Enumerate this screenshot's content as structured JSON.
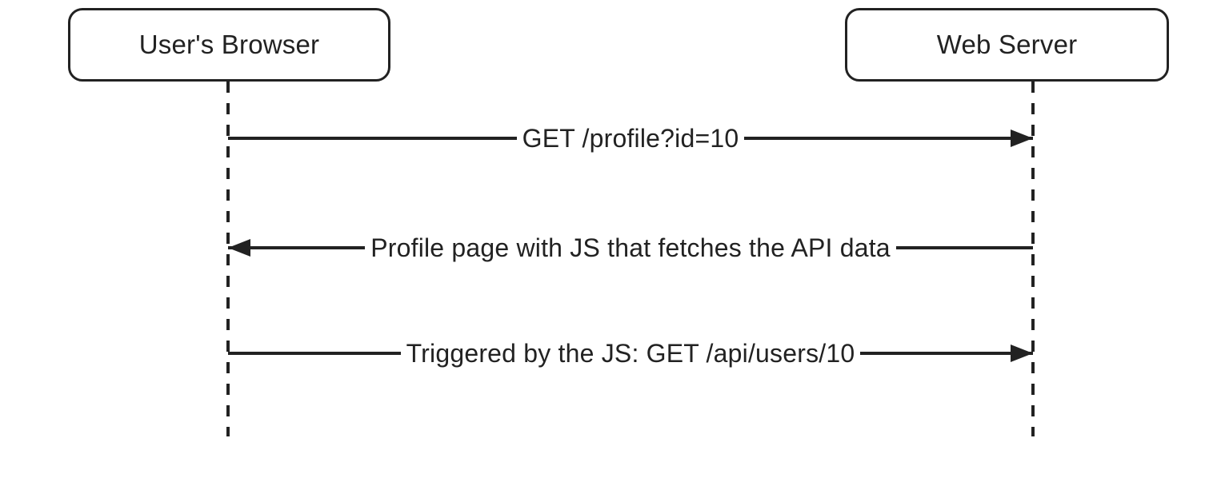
{
  "diagram": {
    "type": "sequence-diagram",
    "background_color": "#ffffff",
    "stroke_color": "#222222",
    "text_color": "#222222",
    "actors": [
      {
        "id": "browser",
        "label": "User's Browser"
      },
      {
        "id": "server",
        "label": "Web Server"
      }
    ],
    "messages": [
      {
        "from": "browser",
        "to": "server",
        "direction": "right",
        "text": "GET /profile?id=10"
      },
      {
        "from": "server",
        "to": "browser",
        "direction": "left",
        "text": "Profile page with JS that fetches the API data"
      },
      {
        "from": "browser",
        "to": "server",
        "direction": "right",
        "text": "Triggered by the JS: GET /api/users/10"
      }
    ]
  }
}
